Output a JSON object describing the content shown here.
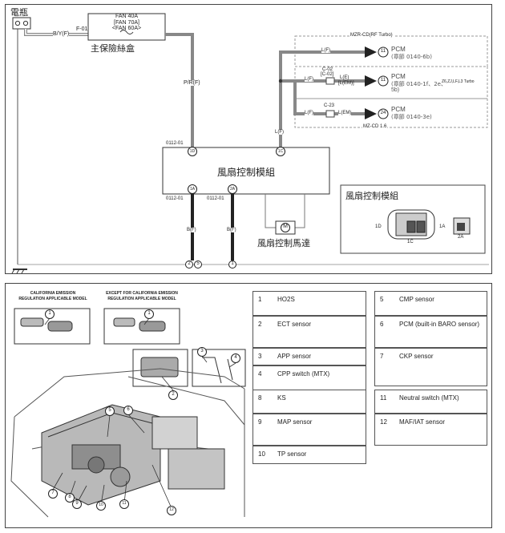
{
  "wiring": {
    "battery": "電瓶",
    "fusebox_lines": [
      "FAN 40A",
      "[FAN 70A]",
      "<FAN 60A>"
    ],
    "fusebox_name": "主保險絲盒",
    "wire_by": "B/Y(F)",
    "connector_f01": "F-01",
    "wire_pr": "P/R(F)",
    "mzr_label": "MZR-CD(RF Turbo)",
    "mzcd_label": "MZ-CD 1.6",
    "pcm1": {
      "lf": "L(F)",
      "num": "11",
      "title": "PCM",
      "ref": "(章節 0140-6b)"
    },
    "pcm2": {
      "lf": "L(F)",
      "conn": "C-02",
      "conn2": "[C-02]",
      "le": "L(E)",
      "lem": "[L(EM)]",
      "num": "11",
      "title": "PCM",
      "ref": "(章節 0140-1f、2e、",
      "ref2": "5b)",
      "note": "Z6,ZJ,LF,L3 Turbo"
    },
    "pcm3": {
      "lf": "L(F)",
      "conn": "C-23",
      "lem": "L(EM)",
      "num": "24",
      "title": "PCM",
      "ref": "(章節 0140-3e)"
    },
    "wire_lf": "L(F)",
    "conn_0112_01": "0112-01",
    "pin_1d": "1D",
    "pin_1c": "1C",
    "pin_1a": "1A",
    "pin_2a": "2A",
    "module_name": "風扇控制模組",
    "wire_b": "B(F)",
    "gnd_left": "2",
    "gnd_left_b": "5",
    "gnd_right": "1",
    "motor_name": "風扇控制馬達",
    "motor_symbol": "M",
    "inset": {
      "title": "風扇控制模組",
      "p1d": "1D",
      "p1c": "1C",
      "p1a": "1A",
      "p2a": "2A"
    }
  },
  "sensors": {
    "cal_title": "CALIFORNIA EMISSION",
    "cal_title2": "REGULATION APPLICABLE MODEL",
    "exc_title": "EXCEPT FOR CALIFORNIA EMISSION",
    "exc_title2": "REGULATION APPLICABLE MODEL",
    "callouts": [
      "1",
      "1",
      "2",
      "3",
      "4",
      "5",
      "6",
      "7",
      "8",
      "9",
      "10",
      "11",
      "12"
    ],
    "table": [
      {
        "num": "1",
        "label": "HO2S"
      },
      {
        "num": "2",
        "label": "ECT sensor"
      },
      {
        "num": "3",
        "label": "APP sensor"
      },
      {
        "num": "4",
        "label": "CPP switch (MTX)"
      },
      {
        "num": "8",
        "label": "KS"
      },
      {
        "num": "9",
        "label": "MAP sensor"
      },
      {
        "num": "10",
        "label": "TP sensor"
      },
      {
        "num": "5",
        "label": "CMP sensor"
      },
      {
        "num": "6",
        "label": "PCM (built-in BARO sensor)"
      },
      {
        "num": "7",
        "label": "CKP sensor"
      },
      {
        "num": "11",
        "label": "Neutral switch (MTX)"
      },
      {
        "num": "12",
        "label": "MAF/IAT sensor"
      }
    ]
  }
}
